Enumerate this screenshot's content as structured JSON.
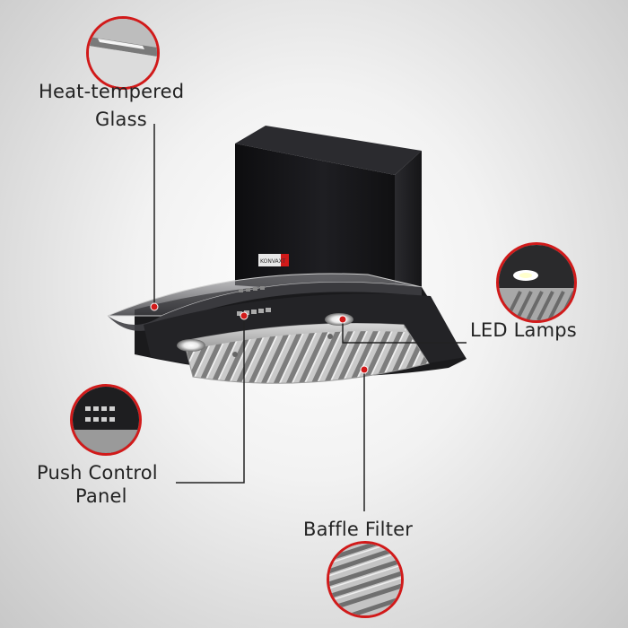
{
  "labels": {
    "glass_line1": "Heat-tempered",
    "glass_line2": "Glass",
    "led": "LED Lamps",
    "panel_line1": "Push Control",
    "panel_line2": "Panel",
    "filter": "Baffle Filter"
  },
  "brand": "KONVAXT",
  "colors": {
    "accent": "#d11a1a",
    "hood": "#1c1c1e",
    "steel": "#b9b9b9"
  }
}
